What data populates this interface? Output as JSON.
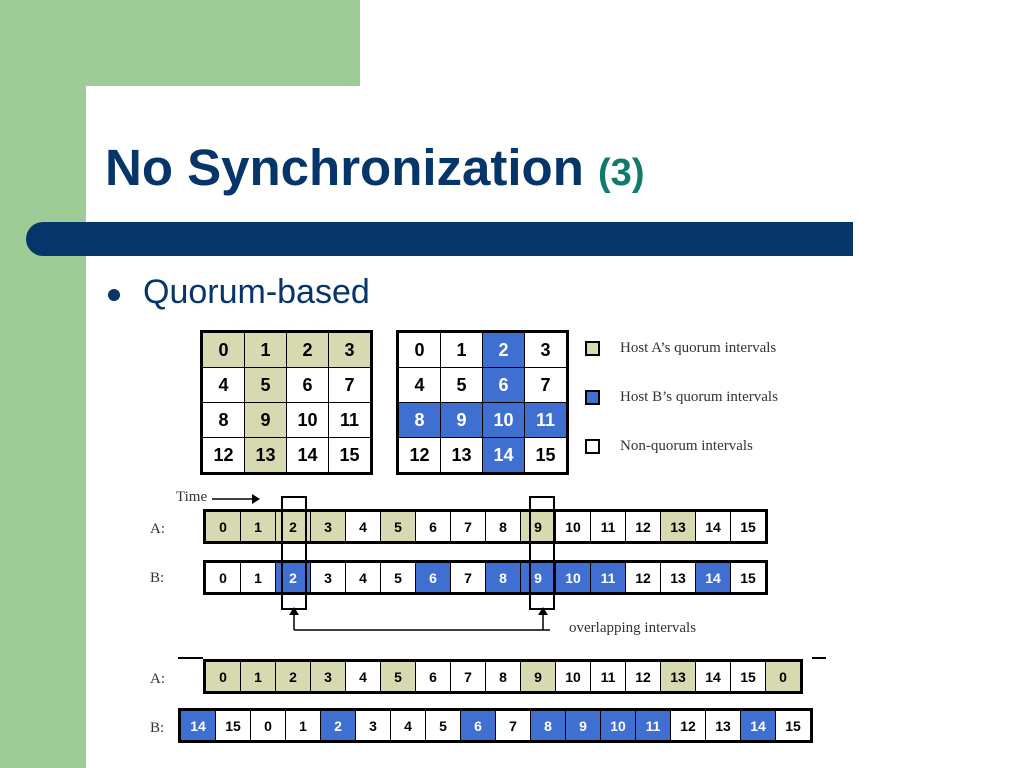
{
  "slide": {
    "title": "No Synchronization",
    "title_number": "(3)",
    "bullet": "Quorum-based"
  },
  "colors": {
    "navy": "#06356a",
    "green_bg": "#9dcc96",
    "host_a": "#d7d9b1",
    "host_b": "#3f6fd1",
    "title_number": "#117a6b"
  },
  "grid_a": {
    "cells": [
      "0",
      "1",
      "2",
      "3",
      "4",
      "5",
      "6",
      "7",
      "8",
      "9",
      "10",
      "11",
      "12",
      "13",
      "14",
      "15"
    ],
    "types": [
      "a",
      "a",
      "a",
      "a",
      "n",
      "a",
      "n",
      "n",
      "n",
      "a",
      "n",
      "n",
      "n",
      "a",
      "n",
      "n"
    ]
  },
  "grid_b": {
    "cells": [
      "0",
      "1",
      "2",
      "3",
      "4",
      "5",
      "6",
      "7",
      "8",
      "9",
      "10",
      "11",
      "12",
      "13",
      "14",
      "15"
    ],
    "types": [
      "n",
      "n",
      "b",
      "n",
      "n",
      "n",
      "b",
      "n",
      "b",
      "b",
      "b",
      "b",
      "n",
      "n",
      "b",
      "n"
    ]
  },
  "legend": {
    "host_a": "Host A’s quorum intervals",
    "host_b": "Host B’s quorum intervals",
    "non_quorum": "Non-quorum intervals"
  },
  "timeline": {
    "time_label": "Time",
    "a_label": "A:",
    "b_label": "B:",
    "overlap_label": "overlapping intervals"
  },
  "row1_a": {
    "cells": [
      "0",
      "1",
      "2",
      "3",
      "4",
      "5",
      "6",
      "7",
      "8",
      "9",
      "10",
      "11",
      "12",
      "13",
      "14",
      "15"
    ],
    "types": [
      "a",
      "a",
      "a",
      "a",
      "n",
      "a",
      "n",
      "n",
      "n",
      "a",
      "n",
      "n",
      "n",
      "a",
      "n",
      "n"
    ]
  },
  "row1_b": {
    "cells": [
      "0",
      "1",
      "2",
      "3",
      "4",
      "5",
      "6",
      "7",
      "8",
      "9",
      "10",
      "11",
      "12",
      "13",
      "14",
      "15"
    ],
    "types": [
      "n",
      "n",
      "b",
      "n",
      "n",
      "n",
      "b",
      "n",
      "b",
      "b",
      "b",
      "b",
      "n",
      "n",
      "b",
      "n"
    ]
  },
  "row2_a": {
    "cells": [
      "0",
      "1",
      "2",
      "3",
      "4",
      "5",
      "6",
      "7",
      "8",
      "9",
      "10",
      "11",
      "12",
      "13",
      "14",
      "15",
      "0"
    ],
    "types": [
      "a",
      "a",
      "a",
      "a",
      "n",
      "a",
      "n",
      "n",
      "n",
      "a",
      "n",
      "n",
      "n",
      "a",
      "n",
      "n",
      "a"
    ]
  },
  "row2_b": {
    "cells": [
      "14",
      "15",
      "0",
      "1",
      "2",
      "3",
      "4",
      "5",
      "6",
      "7",
      "8",
      "9",
      "10",
      "11",
      "12",
      "13",
      "14",
      "15"
    ],
    "types": [
      "b",
      "n",
      "n",
      "n",
      "b",
      "n",
      "n",
      "n",
      "b",
      "n",
      "b",
      "b",
      "b",
      "b",
      "n",
      "n",
      "b",
      "n"
    ]
  }
}
